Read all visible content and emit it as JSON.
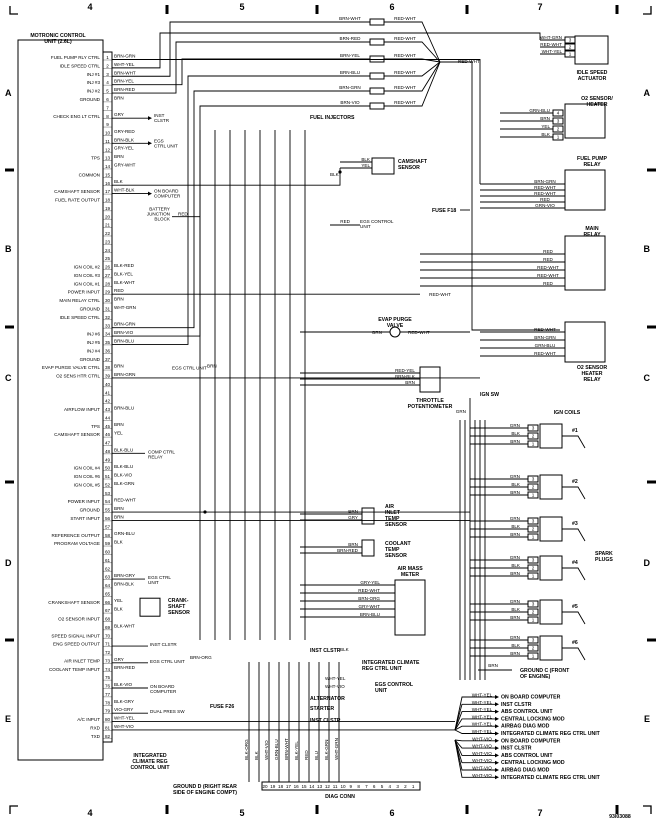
{
  "grid": {
    "columns": [
      "4",
      "5",
      "6",
      "7"
    ],
    "rows": [
      "A",
      "B",
      "C",
      "D",
      "E"
    ]
  },
  "ecu": {
    "title": [
      "MOTRONIC CONTROL",
      "UNIT (2.6L)"
    ],
    "pins": [
      {
        "n": "1",
        "label": "FUEL PUMP RLY CTRL",
        "wire": "BRN-GRN"
      },
      {
        "n": "2",
        "label": "IDLE SPEED CTRL",
        "wire": "WHT-YEL"
      },
      {
        "n": "3",
        "label": "INJ #1",
        "wire": "BRN-WHT"
      },
      {
        "n": "4",
        "label": "INJ #3",
        "wire": "BRN-YEL"
      },
      {
        "n": "5",
        "label": "INJ #2",
        "wire": "BRN-RED"
      },
      {
        "n": "6",
        "label": "GROUND",
        "wire": "BRN"
      },
      {
        "n": "7",
        "label": "",
        "wire": ""
      },
      {
        "n": "8",
        "label": "CHECK ENG LT CTRL",
        "wire": "GRY"
      },
      {
        "n": "9",
        "label": "",
        "wire": ""
      },
      {
        "n": "10",
        "label": "",
        "wire": "GRY-RED"
      },
      {
        "n": "11",
        "label": "",
        "wire": "BRN-BLK"
      },
      {
        "n": "12",
        "label": "",
        "wire": "GRY-YEL"
      },
      {
        "n": "13",
        "label": "TPS",
        "wire": "BRN"
      },
      {
        "n": "14",
        "label": "",
        "wire": "GRY-WHT"
      },
      {
        "n": "15",
        "label": "COMMON",
        "wire": ""
      },
      {
        "n": "16",
        "label": "",
        "wire": "BLK"
      },
      {
        "n": "17",
        "label": "CAMSHAFT SENSOR",
        "wire": "WHT-BLK"
      },
      {
        "n": "18",
        "label": "FUEL RATE OUTPUT",
        "wire": ""
      },
      {
        "n": "19",
        "label": "",
        "wire": ""
      },
      {
        "n": "20",
        "label": "",
        "wire": ""
      },
      {
        "n": "21",
        "label": "",
        "wire": ""
      },
      {
        "n": "22",
        "label": "",
        "wire": ""
      },
      {
        "n": "23",
        "label": "",
        "wire": ""
      },
      {
        "n": "24",
        "label": "",
        "wire": ""
      },
      {
        "n": "25",
        "label": "",
        "wire": ""
      },
      {
        "n": "26",
        "label": "IGN COIL #2",
        "wire": "BLK-RED"
      },
      {
        "n": "27",
        "label": "IGN COIL #3",
        "wire": "BLK-YEL"
      },
      {
        "n": "28",
        "label": "IGN COIL #1",
        "wire": "BLK-WHT"
      },
      {
        "n": "29",
        "label": "POWER INPUT",
        "wire": "RED"
      },
      {
        "n": "30",
        "label": "MAIN RELAY CTRL",
        "wire": "BRN"
      },
      {
        "n": "31",
        "label": "GROUND",
        "wire": "WHT-GRN"
      },
      {
        "n": "32",
        "label": "IDLE SPEED CTRL",
        "wire": ""
      },
      {
        "n": "33",
        "label": "",
        "wire": "BRN-GRN"
      },
      {
        "n": "34",
        "label": "INJ #6",
        "wire": "BRN-VIO"
      },
      {
        "n": "35",
        "label": "INJ #5",
        "wire": "BRN-BLU"
      },
      {
        "n": "36",
        "label": "INJ #4",
        "wire": ""
      },
      {
        "n": "37",
        "label": "GROUND",
        "wire": ""
      },
      {
        "n": "38",
        "label": "EVAP PURGE VALVE CTRL",
        "wire": "BRN"
      },
      {
        "n": "39",
        "label": "O2 SENS HTR CTRL",
        "wire": "BRN-GRN"
      },
      {
        "n": "40",
        "label": "",
        "wire": ""
      },
      {
        "n": "41",
        "label": "",
        "wire": ""
      },
      {
        "n": "42",
        "label": "",
        "wire": ""
      },
      {
        "n": "43",
        "label": "AIRFLOW INPUT",
        "wire": "BRN-BLU"
      },
      {
        "n": "44",
        "label": "",
        "wire": ""
      },
      {
        "n": "45",
        "label": "TPS",
        "wire": "BRN"
      },
      {
        "n": "46",
        "label": "CAMSHAFT SENSOR",
        "wire": "YEL"
      },
      {
        "n": "47",
        "label": "",
        "wire": ""
      },
      {
        "n": "48",
        "label": "",
        "wire": "BLK-BLU"
      },
      {
        "n": "49",
        "label": "",
        "wire": ""
      },
      {
        "n": "50",
        "label": "IGN COIL #4",
        "wire": "BLK-BLU"
      },
      {
        "n": "51",
        "label": "IGN COIL #6",
        "wire": "BLK-VIO"
      },
      {
        "n": "52",
        "label": "IGN COIL #5",
        "wire": "BLK-GRN"
      },
      {
        "n": "53",
        "label": "",
        "wire": ""
      },
      {
        "n": "54",
        "label": "POWER INPUT",
        "wire": "RED-WHT"
      },
      {
        "n": "55",
        "label": "GROUND",
        "wire": "BRN"
      },
      {
        "n": "56",
        "label": "START INPUT",
        "wire": "BRN"
      },
      {
        "n": "57",
        "label": "",
        "wire": ""
      },
      {
        "n": "58",
        "label": "REFERENCE OUTPUT",
        "wire": "GRN-BLU"
      },
      {
        "n": "59",
        "label": "PROGRAM VOLTAGE",
        "wire": "BLK"
      },
      {
        "n": "60",
        "label": "",
        "wire": ""
      },
      {
        "n": "61",
        "label": "",
        "wire": ""
      },
      {
        "n": "62",
        "label": "",
        "wire": ""
      },
      {
        "n": "63",
        "label": "",
        "wire": "BRN-GRY"
      },
      {
        "n": "64",
        "label": "",
        "wire": "BRN-BLK"
      },
      {
        "n": "65",
        "label": "",
        "wire": ""
      },
      {
        "n": "66",
        "label": "CRANKSHAFT SENSOR",
        "wire": "YEL"
      },
      {
        "n": "67",
        "label": "",
        "wire": "BLK"
      },
      {
        "n": "68",
        "label": "O2 SENSOR INPUT",
        "wire": ""
      },
      {
        "n": "69",
        "label": "",
        "wire": "BLK-WHT"
      },
      {
        "n": "70",
        "label": "SPEED SIGNAL INPUT",
        "wire": ""
      },
      {
        "n": "71",
        "label": "ENG SPEED OUTPUT",
        "wire": ""
      },
      {
        "n": "72",
        "label": "",
        "wire": ""
      },
      {
        "n": "73",
        "label": "AIR INLET TEMP",
        "wire": "GRY"
      },
      {
        "n": "74",
        "label": "COOLANT TEMP INPUT",
        "wire": "BRN-RED"
      },
      {
        "n": "75",
        "label": "",
        "wire": ""
      },
      {
        "n": "76",
        "label": "",
        "wire": "BLK-VIO"
      },
      {
        "n": "77",
        "label": "",
        "wire": ""
      },
      {
        "n": "78",
        "label": "",
        "wire": "BLK-GRY"
      },
      {
        "n": "79",
        "label": "",
        "wire": "VIO-GRY"
      },
      {
        "n": "80",
        "label": "A/C INPUT",
        "wire": "WHT-YEL"
      },
      {
        "n": "81",
        "label": "RXD",
        "wire": "WHT-VIO"
      },
      {
        "n": "82",
        "label": "TXD",
        "wire": ""
      }
    ]
  },
  "labels": {
    "inst_clstr": [
      "INST",
      "CLSTR"
    ],
    "egs_ctrl": [
      "EGS",
      "CTRL UNIT"
    ],
    "obc": [
      "ON BOARD",
      "COMPUTER"
    ],
    "battery": [
      "BATTERY",
      "JUNCTION",
      "BLOCK"
    ],
    "egs_ctrl_unit": "EGS CTRL UNIT",
    "comp_ctrl": [
      "COMP CTRL",
      "RELAY"
    ],
    "egs_ctrl2": [
      "EGS CTRL",
      "UNIT"
    ],
    "crank": [
      "CRANK-",
      "SHAFT",
      "SENSOR"
    ],
    "inst_clstr_inline": "INST CLSTR",
    "egs_ctrl3": "EGS CTRL UNIT",
    "obc2": [
      "ON BOARD",
      "COMPUTER"
    ],
    "dual_pres": "DUAL PRES SW",
    "integrated": [
      "INTEGRATED",
      "CLIMATE REG",
      "CONTROL UNIT"
    ],
    "fuel_injectors": "FUEL INJECTORS",
    "cam_sensor": [
      "CAMSHAFT",
      "SENSOR"
    ],
    "fuse_f18": "FUSE F18",
    "egs_control_unit": [
      "EGS CONTROL",
      "UNIT"
    ],
    "evap": [
      "EVAP PURGE",
      "VALVE"
    ],
    "throttle": [
      "THROTTLE",
      "POTENTIOMETER"
    ],
    "ign_sw": "IGN SW",
    "air_inlet": [
      "AIR",
      "INLET",
      "TEMP",
      "SENSOR"
    ],
    "coolant": [
      "COOLANT",
      "TEMP",
      "SENSOR"
    ],
    "air_mass": [
      "AIR MASS",
      "METER"
    ],
    "inst_clstr2": "INST CLSTR",
    "integrated2": [
      "INTEGRATED CLIMATE",
      "REG CTRL UNIT"
    ],
    "egs_control2": [
      "EGS CONTROL",
      "UNIT"
    ],
    "alternator": "ALTERNATOR",
    "starter": "STARTER",
    "inst_clstr3": "INST CLSTR",
    "fuse_f26": "FUSE F26",
    "ground_d": [
      "GROUND D (RIGHT REAR",
      "SIDE OF ENGINE COMPT)"
    ],
    "diag_conn": "DIAG CONN",
    "idle_act": [
      "IDLE SPEED",
      "ACTUATOR"
    ],
    "o2_heater": [
      "O2 SENSOR/",
      "HEATER"
    ],
    "fuel_pump_relay": [
      "FUEL PUMP",
      "RELAY"
    ],
    "main_relay": [
      "MAIN",
      "RELAY"
    ],
    "o2_heater_relay": [
      "O2 SENSOR",
      "HEATER",
      "RELAY"
    ],
    "ign_coils": "IGN COILS",
    "spark_plugs": [
      "SPARK",
      "PLUGS"
    ],
    "ground_c": [
      "GROUND C (FRONT",
      "OF ENGINE)"
    ],
    "code": "93I03088"
  },
  "injector_wires": [
    {
      "left": "BRN-WHT",
      "right": "RED-WHT"
    },
    {
      "left": "BRN-RED",
      "right": "RED-WHT"
    },
    {
      "left": "BRN-YEL",
      "right": "RED-WHT"
    },
    {
      "left": "BRN-BLU",
      "right": "RED-WHT"
    },
    {
      "left": "BRN-GRN",
      "right": "RED-WHT"
    },
    {
      "left": "BRN-VIO",
      "right": "RED-WHT"
    }
  ],
  "injector_right_label": "RED-WHT",
  "idle_act_wires": [
    "WHT-GRN",
    "RED-WHT",
    "WHT-YEL"
  ],
  "o2_wires": [
    "GRN-BLU",
    "BRN",
    "YEL",
    "BLK"
  ],
  "fp_relay_wires": [
    "BRN-GRN",
    "RED-WHT",
    "RED-WHT",
    "RED",
    "GRN-VIO"
  ],
  "main_relay_wires": [
    "RED",
    "RED",
    "RED-WHT",
    "RED-WHT",
    "RED"
  ],
  "o2r_wires": [
    "RED-WHT",
    "BRN-GRN",
    "GRN-BLU",
    "RED-WHT"
  ],
  "coil_wires": [
    "GRN",
    "BLK",
    "BRN"
  ],
  "coil_names": [
    "#1",
    "#2",
    "#3",
    "#4",
    "#5",
    "#6"
  ],
  "coil_ground": "BRN",
  "cam_wires": [
    "BLK",
    "YEL"
  ],
  "cam_label_blk": "BLK",
  "egs_red": "RED",
  "bat_red": "RED",
  "red_wht": "RED-WHT",
  "evap_wires": [
    "BRN",
    "RED-WHT"
  ],
  "throttle_wires": [
    "RED-YEL",
    "BRN-BLK",
    "BRN"
  ],
  "air_inlet_wires": [
    "BRN",
    "GRY"
  ],
  "coolant_wires": [
    "BRN",
    "BRN-RED"
  ],
  "air_mass_wires": [
    "GRY-YEL",
    "RED-WHT",
    "BRN-ORG",
    "GRY-WHT",
    "BRN-BLU"
  ],
  "wire_brn": "BRN",
  "wire_grn": "GRN",
  "wire_brn_org": "BRN-ORG",
  "wire_blk": "BLK",
  "wire_wht_yel": "WHT-YEL",
  "wire_wht_vio": "WHT-VIO",
  "bottom_wires": [
    "BLK-ORG",
    "BLK",
    "WHT-VIO",
    "GRN-BLU",
    "BRN-WHT",
    "BLK-YEL",
    "RED",
    "BLU",
    "BLK-GRN",
    "WHT-GRN"
  ],
  "diag_pins": [
    "20",
    "19",
    "18",
    "17",
    "16",
    "15",
    "14",
    "13",
    "12",
    "11",
    "10",
    "9",
    "8",
    "7",
    "6",
    "5",
    "4",
    "3",
    "2",
    "1"
  ],
  "outputs": [
    {
      "wire": "WHT-YEL",
      "label": "ON BOARD COMPUTER"
    },
    {
      "wire": "WHT-YEL",
      "label": "INST CLSTR"
    },
    {
      "wire": "WHT-YEL",
      "label": "ABS CONTROL UNIT"
    },
    {
      "wire": "WHT-YEL",
      "label": "CENTRAL LOCKING MOD"
    },
    {
      "wire": "WHT-YEL",
      "label": "AIRBAG DIAG MOD"
    },
    {
      "wire": "WHT-YEL",
      "label": "INTEGRATED CLIMATE REG CTRL UNIT"
    },
    {
      "wire": "WHT-VIO",
      "label": "ON BOARD COMPUTER"
    },
    {
      "wire": "WHT-VIO",
      "label": "INST CLSTR"
    },
    {
      "wire": "WHT-VIO",
      "label": "ABS CONTROL UNIT"
    },
    {
      "wire": "WHT-VIO",
      "label": "CENTRAL LOCKING MOD"
    },
    {
      "wire": "WHT-VIO",
      "label": "AIRBAG DIAG MOD"
    },
    {
      "wire": "WHT-VIO",
      "label": "INTEGRATED CLIMATE REG CTRL UNIT"
    }
  ]
}
